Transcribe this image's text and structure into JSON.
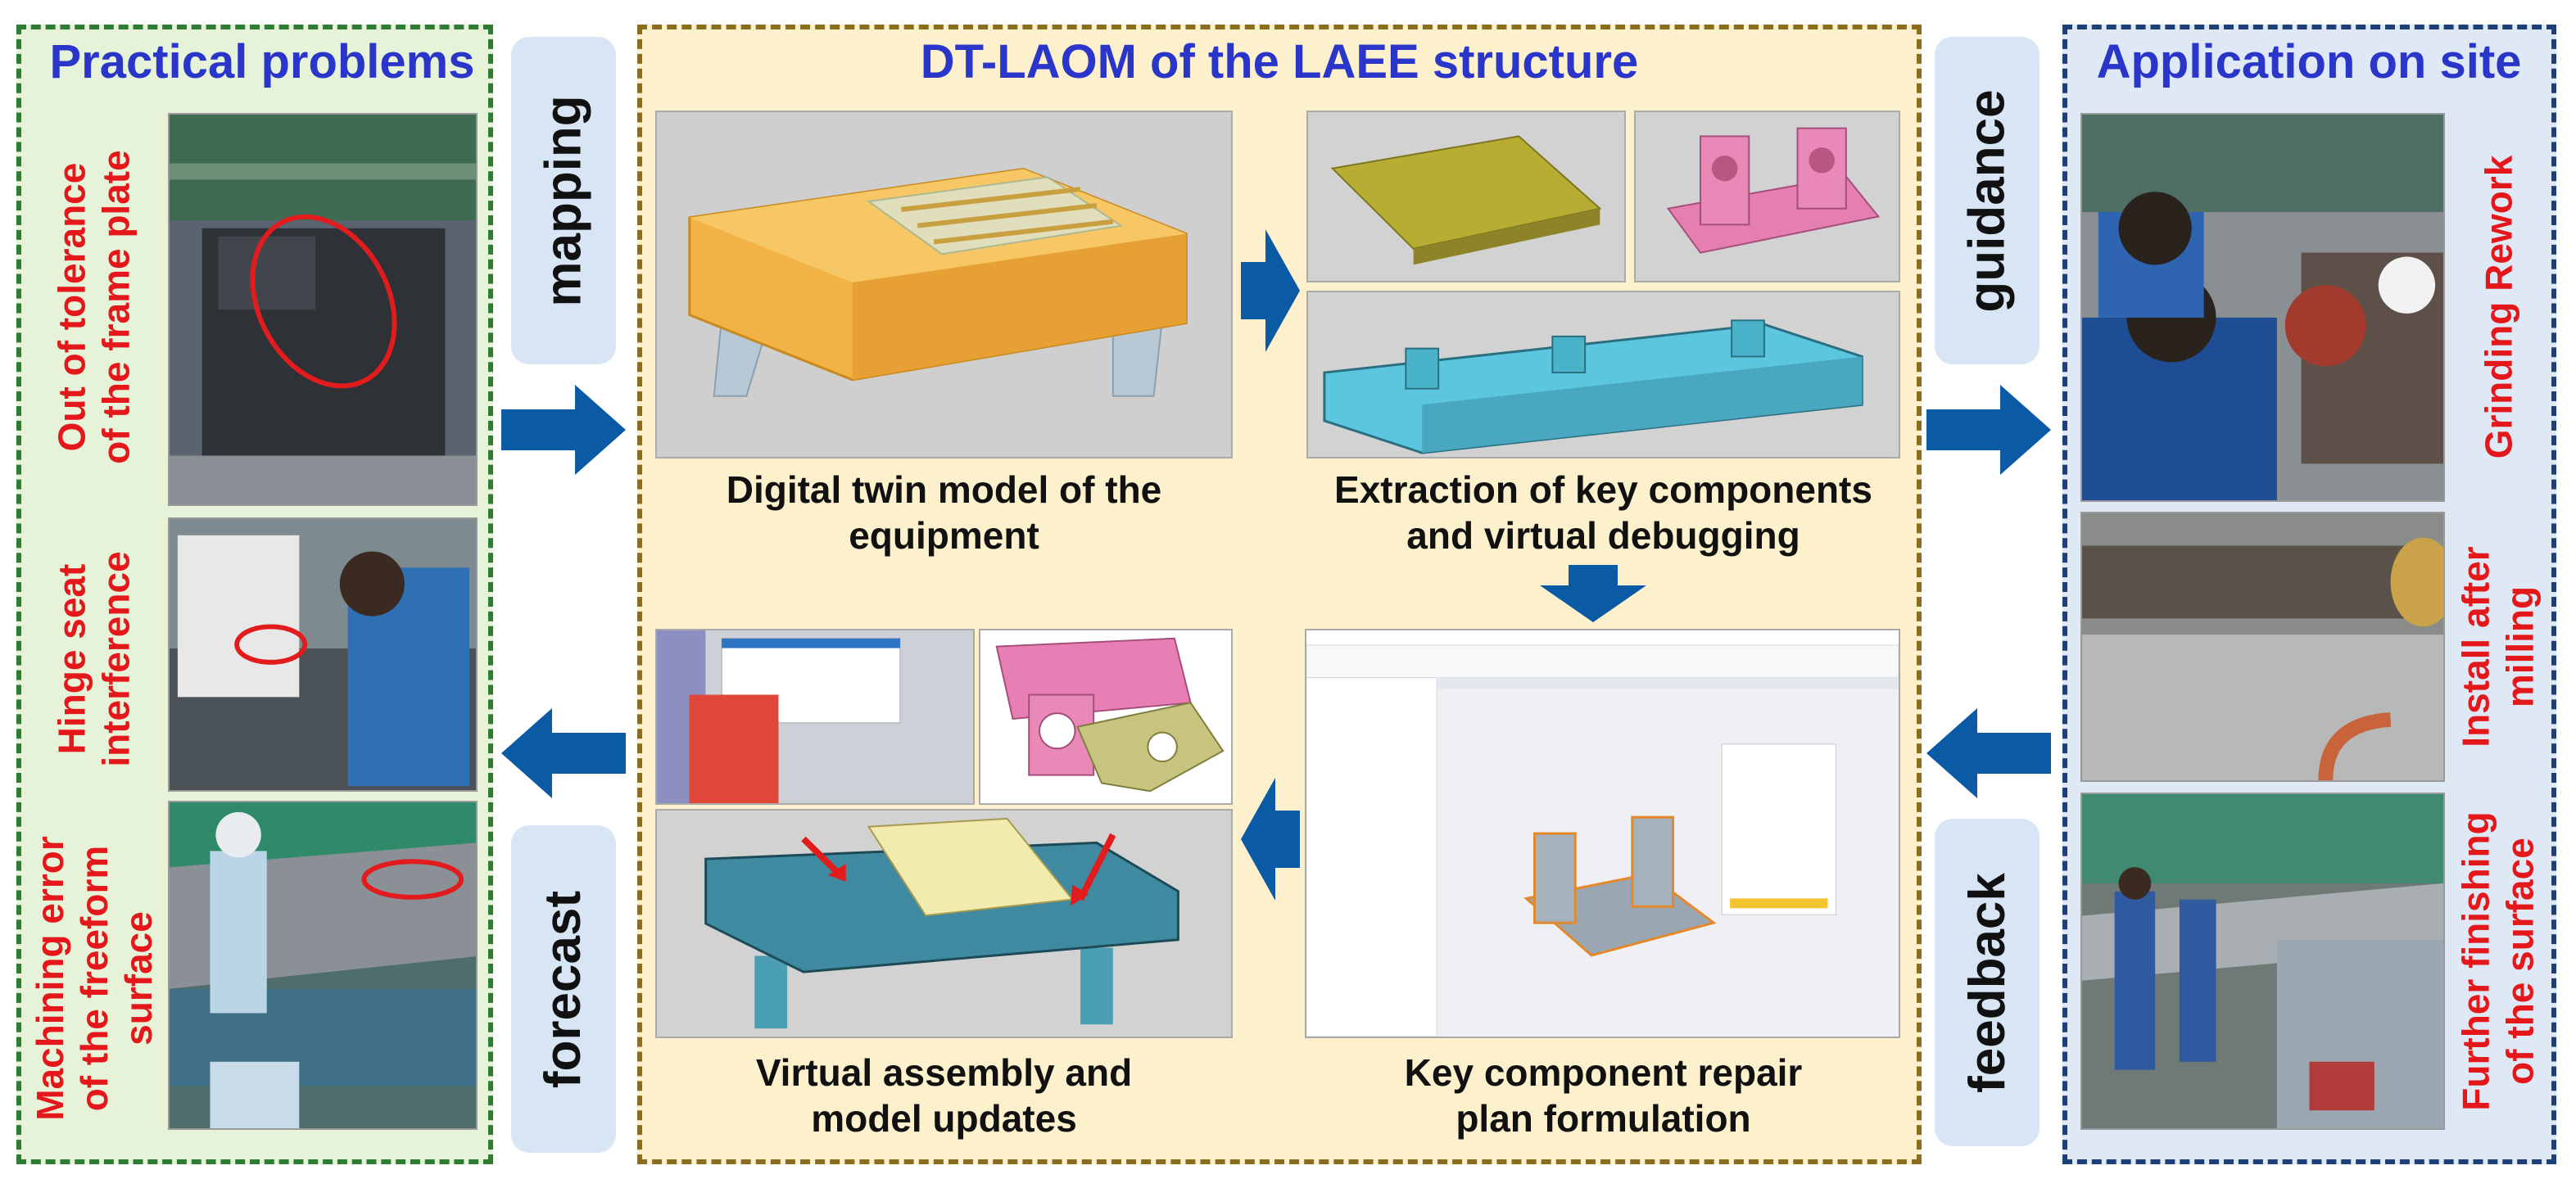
{
  "panels": {
    "left_title": "Practical problems",
    "mid_title": "DT-LAOM of the LAEE structure",
    "right_title": "Application on site"
  },
  "side_labels": {
    "mapping": "mapping",
    "forecast": "forecast",
    "guidance": "guidance",
    "feedback": "feedback"
  },
  "problems": [
    {
      "line1": "Out of tolerance",
      "line2": "of the frame plate"
    },
    {
      "line1": "Hinge seat",
      "line2": "interference"
    },
    {
      "line1": "Machining error",
      "line2": "of the freeform",
      "line3": "surface"
    }
  ],
  "applications": [
    {
      "line1": "Grinding Rework"
    },
    {
      "line1": "Install after",
      "line2": "milling"
    },
    {
      "line1": "Further finishing",
      "line2": "of the surface"
    }
  ],
  "captions": {
    "digital_twin": {
      "line1": "Digital twin model of the",
      "line2": "equipment"
    },
    "extraction": {
      "line1": "Extraction of key components",
      "line2": "and virtual debugging"
    },
    "assembly": {
      "line1": "Virtual assembly and",
      "line2": "model updates"
    },
    "repair": {
      "line1": "Key component repair",
      "line2": "plan formulation"
    }
  },
  "colors": {
    "title_blue": "#2a36c9",
    "problem_red": "#e4171b",
    "arrow_blue": "#0b5aa6",
    "left_panel_bg": "#e6f3d8",
    "mid_panel_bg": "#fdf0cc",
    "right_panel_bg": "#dfe9f5"
  }
}
